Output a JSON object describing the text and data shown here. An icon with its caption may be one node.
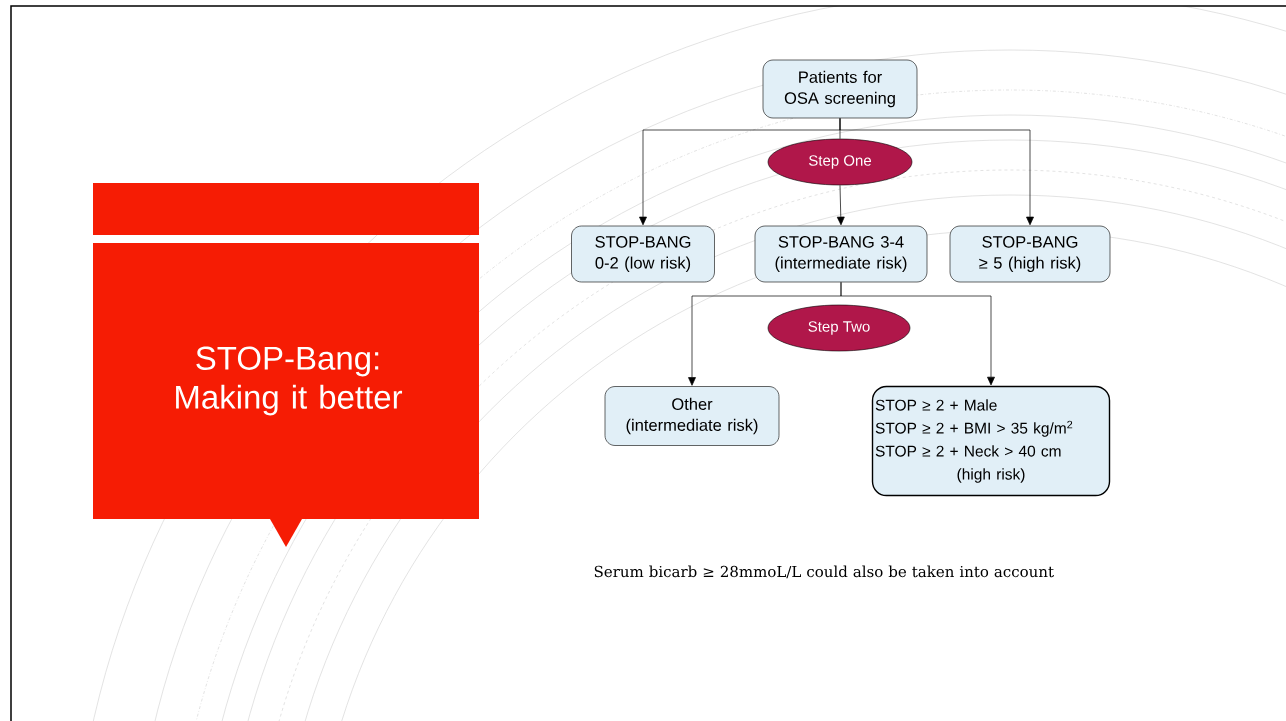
{
  "diagram": {
    "title": "STOP-Bang: Making it better",
    "nodes": [
      {
        "text": [
          "Patients for OSA screening"
        ]
      },
      {
        "text": [
          "Step One"
        ]
      },
      {
        "text": [
          "STOP-BANG 0-2 (low risk)"
        ]
      },
      {
        "text": [
          "STOP-BANG 3-4 (intermediate risk)"
        ]
      },
      {
        "text": [
          "STOP-BANG ≥ 5 (high risk)"
        ]
      },
      {
        "text": [
          "Step Two"
        ]
      },
      {
        "text": [
          "Other (intermediate risk)"
        ]
      },
      {
        "text": [
          "STOP ≥ 2 + Male",
          "STOP ≥ 2 + BMI > 35 kg/m$^{2}$",
          "STOP ≥ 2 + Neck > 40 cm",
          "(high risk)"
        ]
      }
    ],
    "edges": [
      {
        "from": 0,
        "to": 1,
        "arrow": "none"
      },
      {
        "from": 0,
        "to": 2,
        "arrow": "to"
      },
      {
        "from": 1,
        "to": 3,
        "arrow": "to"
      },
      {
        "from": 0,
        "to": 4,
        "arrow": "to"
      },
      {
        "from": 3,
        "to": 6,
        "arrow": "to"
      },
      {
        "from": 3,
        "to": 7,
        "arrow": "to"
      }
    ],
    "labels": [
      "Serum bicarb ≥  28mmoL/L could also be taken into account"
    ]
  }
}
